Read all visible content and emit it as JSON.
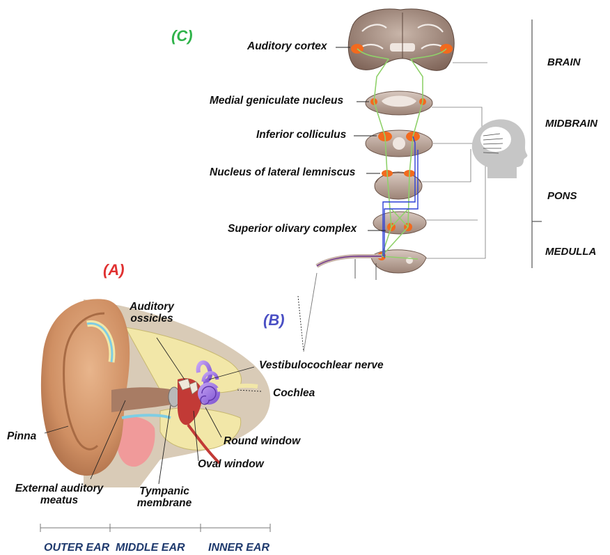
{
  "panels": {
    "a": "(A)",
    "b": "(B)",
    "c": "(C)"
  },
  "pathway_labels": {
    "auditory_cortex": "Auditory cortex",
    "medial_geniculate": "Medial geniculate nucleus",
    "inferior_colliculus": "Inferior colliculus",
    "lateral_lemniscus": "Nucleus of lateral lemniscus",
    "superior_olivary": "Superior olivary complex"
  },
  "brain_regions": {
    "brain": "BRAIN",
    "midbrain": "MIDBRAIN",
    "pons": "PONS",
    "medulla": "MEDULLA"
  },
  "ear_labels": {
    "ossicles_line1": "Auditory",
    "ossicles_line2": "ossicles",
    "vestibulocochlear": "Vestibulocochlear nerve",
    "cochlea": "Cochlea",
    "pinna": "Pinna",
    "round_window": "Round window",
    "oval_window": "Oval window",
    "eam_line1": "External auditory",
    "eam_line2": "meatus",
    "tm_line1": "Tympanic",
    "tm_line2": "membrane"
  },
  "ear_sections": {
    "outer": "OUTER EAR",
    "middle": "MIDDLE EAR",
    "inner": "INNER EAR"
  },
  "colors": {
    "panel_a": "#e03131",
    "panel_b": "#4a4fc4",
    "panel_c": "#2fb34a",
    "pathway_green": "#8fd16a",
    "pathway_blue": "#2c3fd6",
    "cochlea_purple": "#9b72e0",
    "brain_tissue": "#8a6f63",
    "activation_orange": "#f26a1e",
    "bottom_labels": "#1f3a6e"
  }
}
